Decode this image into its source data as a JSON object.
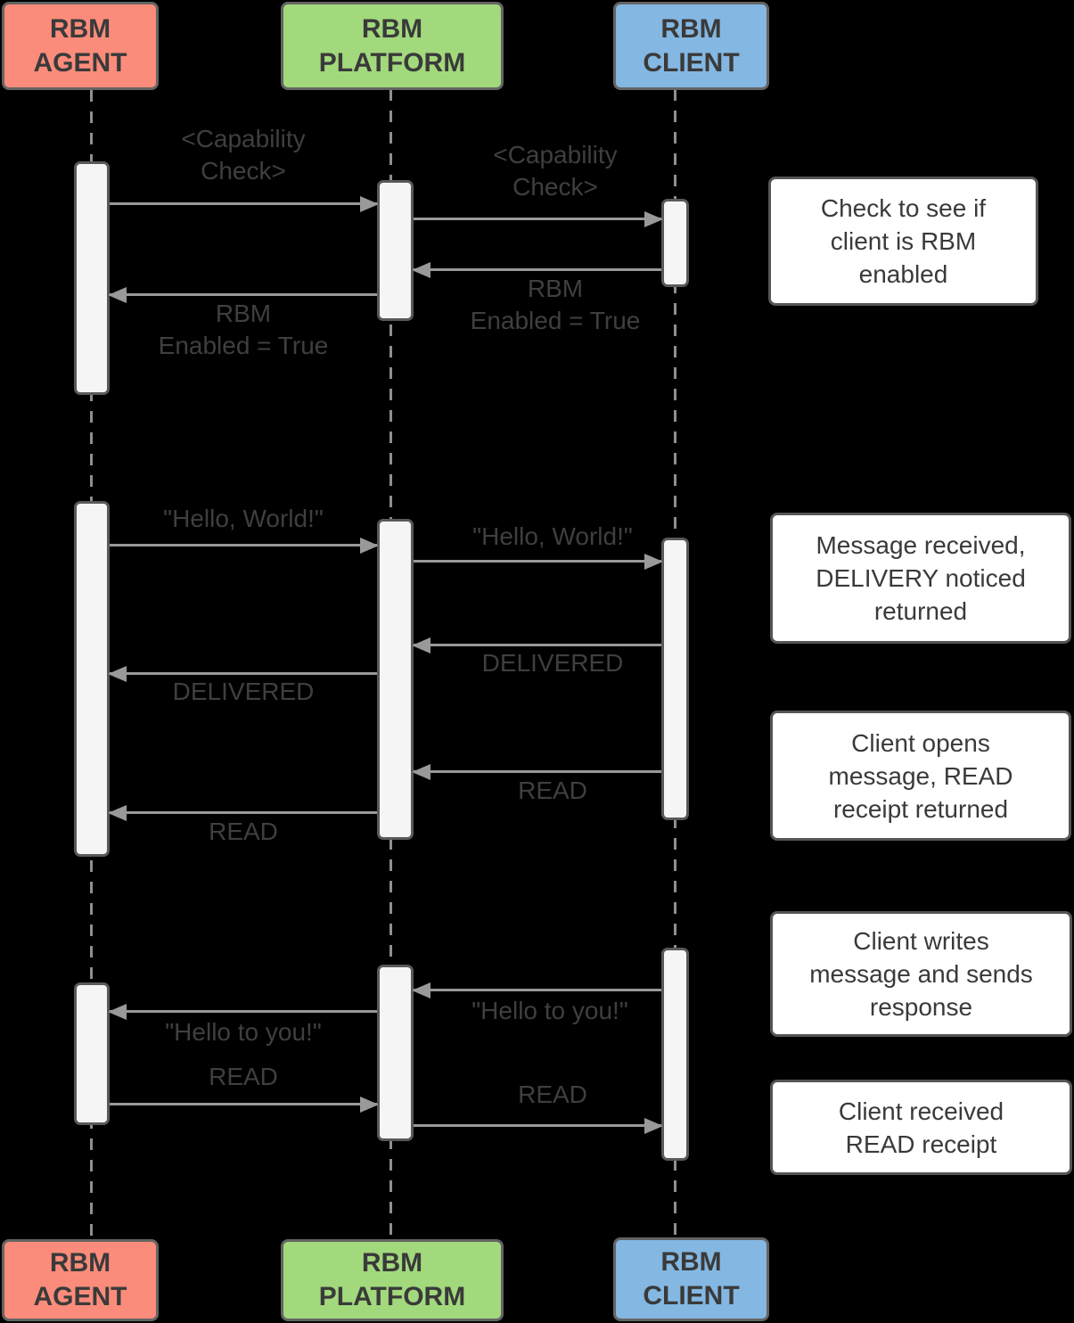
{
  "colors": {
    "background": "#000000",
    "agent_fill": "#FB8C7B",
    "platform_fill": "#A2D97D",
    "client_fill": "#84B8E2",
    "note_fill": "#FFFFFF",
    "shape_border": "#646464",
    "activation_fill": "#F5F5F5",
    "line": "#999999",
    "text": "#3A3A3A"
  },
  "actors": {
    "agent": {
      "label": "RBM\nAGENT"
    },
    "platform": {
      "label": "RBM\nPLATFORM"
    },
    "client": {
      "label": "RBM\nCLIENT"
    }
  },
  "messages": [
    {
      "name": "capability-check-agent-to-platform",
      "label": "<Capability\nCheck>"
    },
    {
      "name": "capability-check-platform-to-client",
      "label": "<Capability\nCheck>"
    },
    {
      "name": "rbm-enabled-client-to-platform",
      "label": "RBM\nEnabled = True"
    },
    {
      "name": "rbm-enabled-platform-to-agent",
      "label": "RBM\nEnabled = True"
    },
    {
      "name": "hello-world-agent-to-platform",
      "label": "\"Hello, World!\""
    },
    {
      "name": "hello-world-platform-to-client",
      "label": "\"Hello, World!\""
    },
    {
      "name": "delivered-client-to-platform",
      "label": "DELIVERED"
    },
    {
      "name": "delivered-platform-to-agent",
      "label": "DELIVERED"
    },
    {
      "name": "read-client-to-platform",
      "label": "READ"
    },
    {
      "name": "read-platform-to-agent",
      "label": "READ"
    },
    {
      "name": "hello-to-you-client-to-platform",
      "label": "\"Hello to you!\""
    },
    {
      "name": "hello-to-you-platform-to-agent",
      "label": "\"Hello to you!\""
    },
    {
      "name": "read-agent-to-platform",
      "label": "READ"
    },
    {
      "name": "read-platform-to-client",
      "label": "READ"
    }
  ],
  "notes": [
    {
      "text": "Check to see if\nclient is RBM\nenabled"
    },
    {
      "text": "Message received,\nDELIVERY noticed\nreturned"
    },
    {
      "text": "Client opens\nmessage, READ\nreceipt returned"
    },
    {
      "text": "Client writes\nmessage and sends\nresponse"
    },
    {
      "text": "Client received\nREAD receipt"
    }
  ]
}
